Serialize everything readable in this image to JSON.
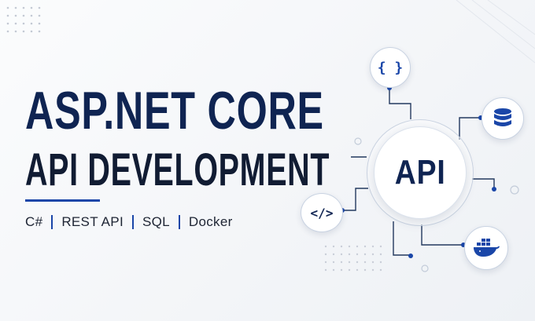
{
  "banner": {
    "title_line1": "ASP.NET CORE",
    "title_line2": "API DEVELOPMENT",
    "technologies": [
      "C#",
      "REST API",
      "SQL",
      "Docker"
    ]
  },
  "diagram": {
    "center_label": "API",
    "nodes": [
      {
        "name": "braces",
        "glyph": "{ }",
        "icon": "curly-braces-icon"
      },
      {
        "name": "database",
        "icon": "database-icon"
      },
      {
        "name": "code",
        "glyph": "</>",
        "icon": "code-tag-icon"
      },
      {
        "name": "docker",
        "icon": "docker-whale-icon"
      }
    ]
  },
  "colors": {
    "navy": "#0f2452",
    "accent_blue": "#1a46a8",
    "background": "#f7f8fa"
  }
}
